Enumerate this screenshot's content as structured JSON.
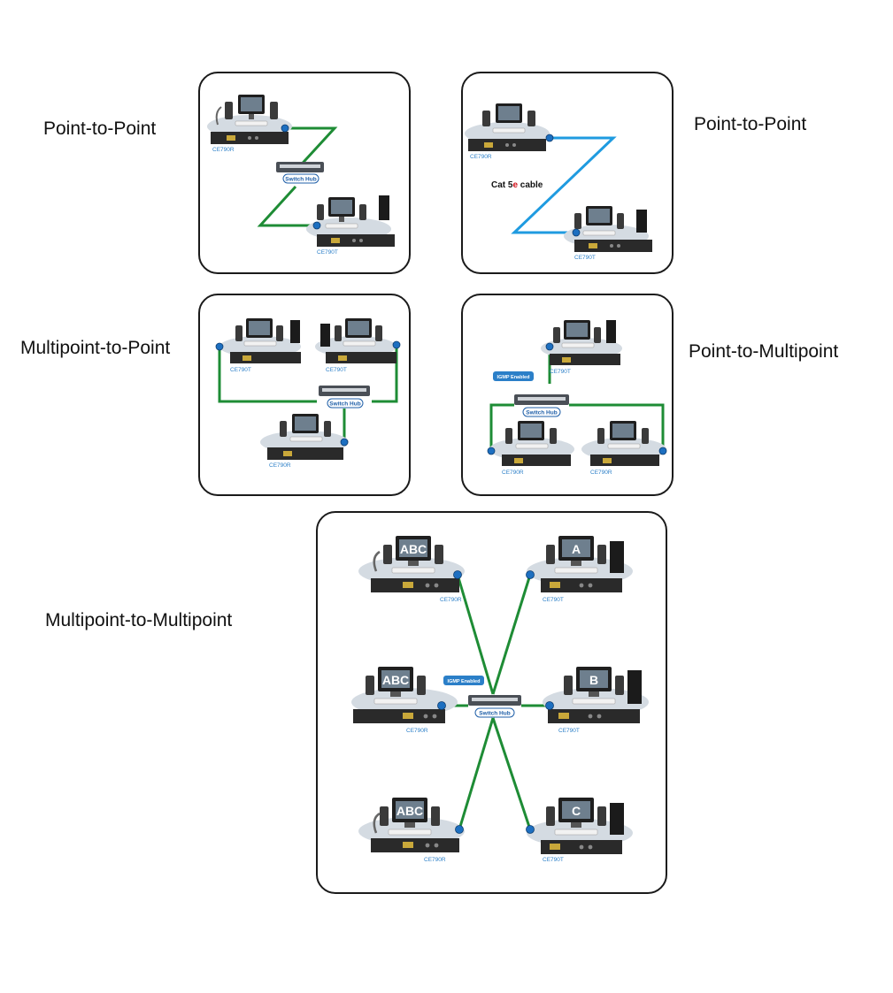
{
  "labels": {
    "p2p_left": "Point-to-Point",
    "p2p_right": "Point-to-Point",
    "mp2p": "Multipoint-to-Point",
    "p2mp": "Point-to-Multipoint",
    "mp2mp": "Multipoint-to-Multipoint"
  },
  "devices": {
    "receiver": "CE790R",
    "transmitter": "CE790T"
  },
  "hub": {
    "label": "Switch Hub",
    "igmp": "IGMP Enabled"
  },
  "cable": {
    "prefix": "Cat 5",
    "accent": "e",
    "suffix": " cable"
  },
  "screens": {
    "rx1": "ABC",
    "rx2": "ABC",
    "rx3": "ABC",
    "tx1": "A",
    "tx2": "B",
    "tx3": "C"
  },
  "colors": {
    "green_cable": "#1e8c35",
    "blue_cable": "#1f9be0",
    "accent_e": "#d0121b"
  }
}
